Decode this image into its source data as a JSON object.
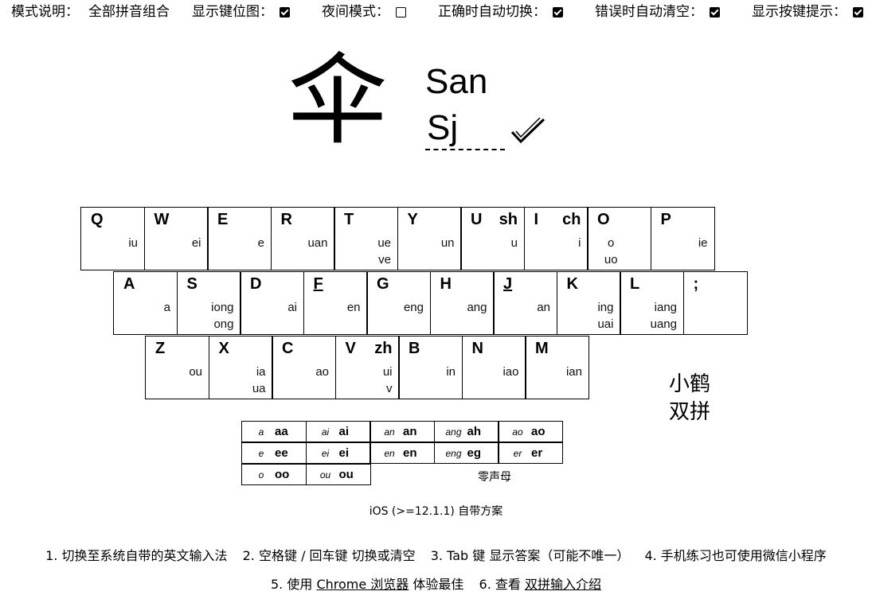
{
  "settings": {
    "mode_label": "模式说明：",
    "mode_value": "全部拼音组合",
    "options": [
      {
        "label": "显示键位图：",
        "checked": true
      },
      {
        "label": "夜间模式：",
        "checked": false
      },
      {
        "label": "正确时自动切换：",
        "checked": true
      },
      {
        "label": "错误时自动清空：",
        "checked": true
      },
      {
        "label": "显示按键提示：",
        "checked": true
      }
    ]
  },
  "practice": {
    "hanzi": "伞",
    "pinyin": "San",
    "answer": "Sj",
    "result_icon": "checkmark-icon"
  },
  "keyboard": {
    "rows": [
      [
        {
          "letter": "Q",
          "initial": "",
          "finals": [
            "iu"
          ]
        },
        {
          "letter": "W",
          "initial": "",
          "finals": [
            "ei"
          ]
        },
        {
          "letter": "E",
          "initial": "",
          "finals": [
            "e"
          ]
        },
        {
          "letter": "R",
          "initial": "",
          "finals": [
            "uan"
          ]
        },
        {
          "letter": "T",
          "initial": "",
          "finals": [
            "ue",
            "ve"
          ]
        },
        {
          "letter": "Y",
          "initial": "",
          "finals": [
            "un"
          ]
        },
        {
          "letter": "U",
          "initial": "sh",
          "finals": [
            "u"
          ]
        },
        {
          "letter": "I",
          "initial": "ch",
          "finals": [
            "i"
          ]
        },
        {
          "letter": "O",
          "initial": "",
          "finals": [
            "o",
            "uo"
          ],
          "centered": true
        },
        {
          "letter": "P",
          "initial": "",
          "finals": [
            "ie"
          ]
        }
      ],
      [
        {
          "letter": "A",
          "initial": "",
          "finals": [
            "a"
          ]
        },
        {
          "letter": "S",
          "initial": "",
          "finals": [
            "iong",
            "ong"
          ]
        },
        {
          "letter": "D",
          "initial": "",
          "finals": [
            "ai"
          ]
        },
        {
          "letter": "F",
          "initial": "",
          "finals": [
            "en"
          ],
          "underline": true
        },
        {
          "letter": "G",
          "initial": "",
          "finals": [
            "eng"
          ]
        },
        {
          "letter": "H",
          "initial": "",
          "finals": [
            "ang"
          ]
        },
        {
          "letter": "J",
          "initial": "",
          "finals": [
            "an"
          ],
          "underline": true
        },
        {
          "letter": "K",
          "initial": "",
          "finals": [
            "ing",
            "uai"
          ]
        },
        {
          "letter": "L",
          "initial": "",
          "finals": [
            "iang",
            "uang"
          ]
        },
        {
          "letter": ";",
          "initial": "",
          "finals": []
        }
      ],
      [
        {
          "letter": "Z",
          "initial": "",
          "finals": [
            "ou"
          ]
        },
        {
          "letter": "X",
          "initial": "",
          "finals": [
            "ia",
            "ua"
          ]
        },
        {
          "letter": "C",
          "initial": "",
          "finals": [
            "ao"
          ]
        },
        {
          "letter": "V",
          "initial": "zh",
          "finals": [
            "ui",
            "v"
          ]
        },
        {
          "letter": "B",
          "initial": "",
          "finals": [
            "in"
          ]
        },
        {
          "letter": "N",
          "initial": "",
          "finals": [
            "iao"
          ]
        },
        {
          "letter": "M",
          "initial": "",
          "finals": [
            "ian"
          ]
        }
      ]
    ]
  },
  "brand": {
    "line1": "小鹤",
    "line2": "双拼"
  },
  "zero_initial": {
    "rows": [
      [
        {
          "src": "a",
          "code": "aa"
        },
        {
          "src": "ai",
          "code": "ai"
        },
        {
          "src": "an",
          "code": "an"
        },
        {
          "src": "ang",
          "code": "ah"
        },
        {
          "src": "ao",
          "code": "ao"
        }
      ],
      [
        {
          "src": "e",
          "code": "ee"
        },
        {
          "src": "ei",
          "code": "ei"
        },
        {
          "src": "en",
          "code": "en"
        },
        {
          "src": "eng",
          "code": "eg"
        },
        {
          "src": "er",
          "code": "er"
        }
      ],
      [
        {
          "src": "o",
          "code": "oo"
        },
        {
          "src": "ou",
          "code": "ou"
        }
      ]
    ],
    "label": "零声母"
  },
  "ios_note": "iOS (>=12.1.1) 自带方案",
  "tips": {
    "t1": "1. 切换至系统自带的英文输入法",
    "t2": "2. 空格键 / 回车键 切换或清空",
    "t3": "3. Tab 键 显示答案（可能不唯一）",
    "t4": "4. 手机练习也可使用微信小程序",
    "t5_prefix": "5. 使用",
    "t5_link": "Chrome 浏览器",
    "t5_suffix": "体验最佳",
    "t6_prefix": "6. 查看",
    "t6_link": "双拼输入介绍"
  }
}
